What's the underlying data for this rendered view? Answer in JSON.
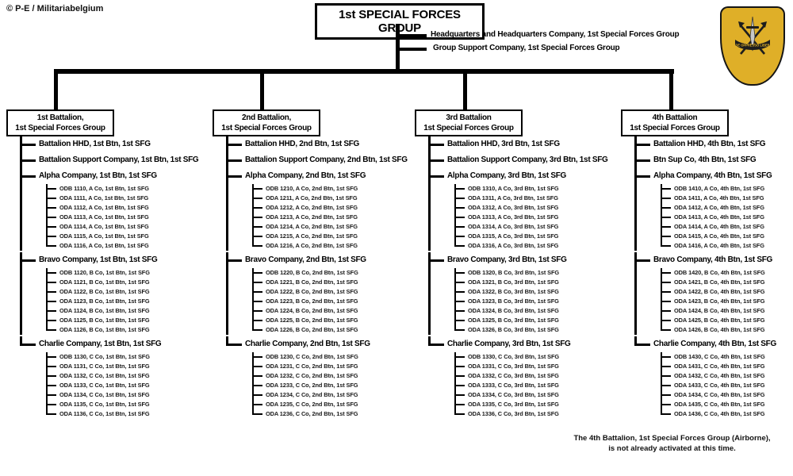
{
  "credit": "© P-E / Militariabelgium",
  "root_title": "1st SPECIAL FORCES GROUP",
  "group_units": [
    "Headquarters and Headquarters Company,  1st Special Forces Group",
    "Group Support Company,  1st Special Forces Group"
  ],
  "battalions": [
    {
      "title_line1": "1st Battalion,",
      "title_line2": "1st Special Forces Group",
      "units": [
        "Battalion HHD,  1st Btn, 1st SFG",
        "Battalion  Support Company, 1st Btn,  1st SFG"
      ],
      "companies": [
        {
          "label": "Alpha Company, 1st Btn,  1st SFG",
          "teams": [
            "ODB 1110, A Co, 1st Btn,  1st SFG",
            "ODA 1111, A Co, 1st Btn,  1st SFG",
            "ODA 1112, A Co, 1st Btn,  1st SFG",
            "ODA 1113, A Co, 1st Btn,  1st SFG",
            "ODA 1114, A Co, 1st Btn,  1st SFG",
            "ODA 1115, A Co, 1st Btn,  1st SFG",
            "ODA 1116, A Co, 1st Btn,  1st SFG"
          ]
        },
        {
          "label": "Bravo Company, 1st Btn, 1st SFG",
          "teams": [
            "ODB 1120, B Co, 1st Btn,  1st SFG",
            "ODA 1121, B Co, 1st Btn,  1st SFG",
            "ODA 1122, B Co, 1st Btn,  1st SFG",
            "ODA 1123, B Co, 1st Btn,  1st SFG",
            "ODA 1124, B Co, 1st Btn,  1st SFG",
            "ODA 1125, B Co, 1st Btn,  1st SFG",
            "ODA 1126, B Co, 1st Btn,  1st SFG"
          ]
        },
        {
          "label": "Charlie Company, 1st Btn,  1st SFG",
          "teams": [
            "ODB 1130, C Co, 1st Btn,  1st SFG",
            "ODA 1131, C Co, 1st Btn,  1st SFG",
            "ODA 1132, C Co, 1st Btn,  1st SFG",
            "ODA 1133, C Co, 1st Btn,  1st SFG",
            "ODA 1134, C Co, 1st Btn,  1st SFG",
            "ODA 1135, C Co, 1st Btn,  1st SFG",
            "ODA 1136, C Co, 1st Btn,  1st SFG"
          ]
        }
      ]
    },
    {
      "title_line1": "2nd Battalion,",
      "title_line2": "1st Special Forces Group",
      "units": [
        "Battalion HHD,  2nd Btn, 1st SFG",
        "Battalion  Support Company, 2nd Btn,  1st SFG"
      ],
      "companies": [
        {
          "label": "Alpha Company, 2nd Btn,  1st SFG",
          "teams": [
            "ODB 1210, A Co, 2nd Btn,  1st SFG",
            "ODA 1211, A Co, 2nd Btn,  1st SFG",
            "ODA 1212, A Co, 2nd Btn,  1st SFG",
            "ODA 1213, A Co, 2nd Btn,  1st SFG",
            "ODA 1214, A Co, 2nd Btn,  1st SFG",
            "ODA 1215, A Co, 2nd Btn,  1st SFG",
            "ODA 1216, A Co, 2nd Btn,  1st SFG"
          ]
        },
        {
          "label": "Bravo Company, 2nd Btn,  1st SFG",
          "teams": [
            "ODB 1220, B Co, 2nd Btn,  1st SFG",
            "ODA 1221, B Co, 2nd Btn,  1st SFG",
            "ODA 1222, B Co, 2nd Btn,  1st SFG",
            "ODA 1223, B Co, 2nd Btn,  1st SFG",
            "ODA 1224, B Co, 2nd Btn,  1st SFG",
            "ODA 1225, B Co, 2nd Btn,  1st SFG",
            "ODA 1226, B Co, 2nd Btn,  1st SFG"
          ]
        },
        {
          "label": "Charlie Company, 2nd Btn, 1st SFG",
          "teams": [
            "ODB 1230, C Co, 2nd Btn,  1st SFG",
            "ODA 1231, C Co, 2nd Btn,  1st SFG",
            "ODA 1232, C Co, 2nd Btn,  1st SFG",
            "ODA 1233, C Co, 2nd Btn,  1st SFG",
            "ODA 1234, C Co, 2nd Btn,  1st SFG",
            "ODA 1235, C Co, 2nd Btn,  1st SFG",
            "ODA 1236, C Co, 2nd Btn,  1st SFG"
          ]
        }
      ]
    },
    {
      "title_line1": "3rd Battalion",
      "title_line2": "1st Special Forces Group",
      "units": [
        "Battalion HHD,  3rd Btn, 1st SFG",
        "Battalion  Support Company, 3rd Btn,  1st SFG"
      ],
      "companies": [
        {
          "label": "Alpha Company, 3rd Btn,  1st SFG",
          "teams": [
            "ODB 1310, A Co, 3rd Btn,  1st SFG",
            "ODA 1311, A Co, 3rd Btn,  1st SFG",
            "ODA 1312, A Co, 3rd Btn,  1st SFG",
            "ODA 1313, A Co, 3rd Btn,  1st SFG",
            "ODA 1314, A Co, 3rd Btn,  1st SFG",
            "ODA 1315, A Co, 3rd Btn,  1st SFG",
            "ODA 1316, A Co, 3rd Btn,  1st SFG"
          ]
        },
        {
          "label": "Bravo Company, 3rd Btn, 1st SFG",
          "teams": [
            "ODB 1320, B Co, 3rd Btn,  1st SFG",
            "ODA 1321, B Co, 3rd Btn,  1st SFG",
            "ODA 1322, B Co, 3rd Btn,  1st SFG",
            "ODA 1323, B Co, 3rd Btn,  1st SFG",
            "ODA 1324, B Co, 3rd Btn,  1st SFG",
            "ODA 1325, B Co, 3rd Btn,  1st SFG",
            "ODA 1326, B Co, 3rd Btn,  1st SFG"
          ]
        },
        {
          "label": "Charlie Company, 3rd Btn,  1st SFG",
          "teams": [
            "ODB 1330, C Co, 3rd Btn,  1st SFG",
            "ODA 1331, C Co, 3rd Btn,  1st SFG",
            "ODA 1332, C Co, 3rd Btn,  1st SFG",
            "ODA 1333, C Co, 3rd Btn,  1st SFG",
            "ODA 1334, C Co, 3rd Btn,  1st SFG",
            "ODA 1335, C Co, 3rd Btn,  1st SFG",
            "ODA 1336, C Co, 3rd Btn,  1st SFG"
          ]
        }
      ]
    },
    {
      "title_line1": "4th Battalion",
      "title_line2": "1st Special Forces Group",
      "units": [
        "Battalion HHD,  4th Btn, 1st SFG",
        "Btn  Sup Co, 4th Btn,  1st SFG"
      ],
      "companies": [
        {
          "label": "Alpha Company, 4th Btn,  1st SFG",
          "teams": [
            "ODB 1410, A Co, 4th Btn,  1st SFG",
            "ODA 1411, A Co, 4th Btn,  1st SFG",
            "ODA 1412, A Co, 4th Btn,  1st SFG",
            "ODA 1413, A Co, 4th Btn,  1st SFG",
            "ODA 1414, A Co, 4th Btn,  1st SFG",
            "ODA 1415, A Co, 4th Btn,  1st SFG",
            "ODA 1416, A Co, 4th Btn,  1st SFG"
          ]
        },
        {
          "label": "Bravo Company, 4th Btn,  1st SFG",
          "teams": [
            "ODB 1420, B Co, 4th Btn,  1st SFG",
            "ODA 1421, B Co, 4th Btn,  1st SFG",
            "ODA 1422, B Co, 4th Btn,  1st SFG",
            "ODA 1423, B Co, 4th Btn,  1st SFG",
            "ODA 1424, B Co, 4th Btn,  1st SFG",
            "ODA 1425, B Co, 4th Btn,  1st SFG",
            "ODA 1426, B Co, 4th Btn,  1st SFG"
          ]
        },
        {
          "label": "Charlie Company, 4th Btn,  1st SFG",
          "teams": [
            "ODB 1430, C Co, 4th Btn,  1st SFG",
            "ODA 1431, C Co, 4th Btn,  1st SFG",
            "ODA 1432, C Co, 4th Btn,  1st SFG",
            "ODA 1433, C Co, 4th Btn,  1st SFG",
            "ODA 1434, C Co, 4th Btn,  1st SFG",
            "ODA 1435, C Co, 4th Btn,  1st SFG",
            "ODA 1436, C Co, 4th Btn,  1st SFG"
          ]
        }
      ]
    }
  ],
  "footnote": [
    "The 4th Battalion,  1st Special Forces Group (Airborne),",
    "is not already activated at this time."
  ],
  "insignia": {
    "motto": "DE OPPRESSO LIBER",
    "flash_color": "#DFAF28",
    "border_color": "#151515",
    "crest_dark": "#1d1d1d",
    "crest_silver": "#c8c8c8"
  }
}
